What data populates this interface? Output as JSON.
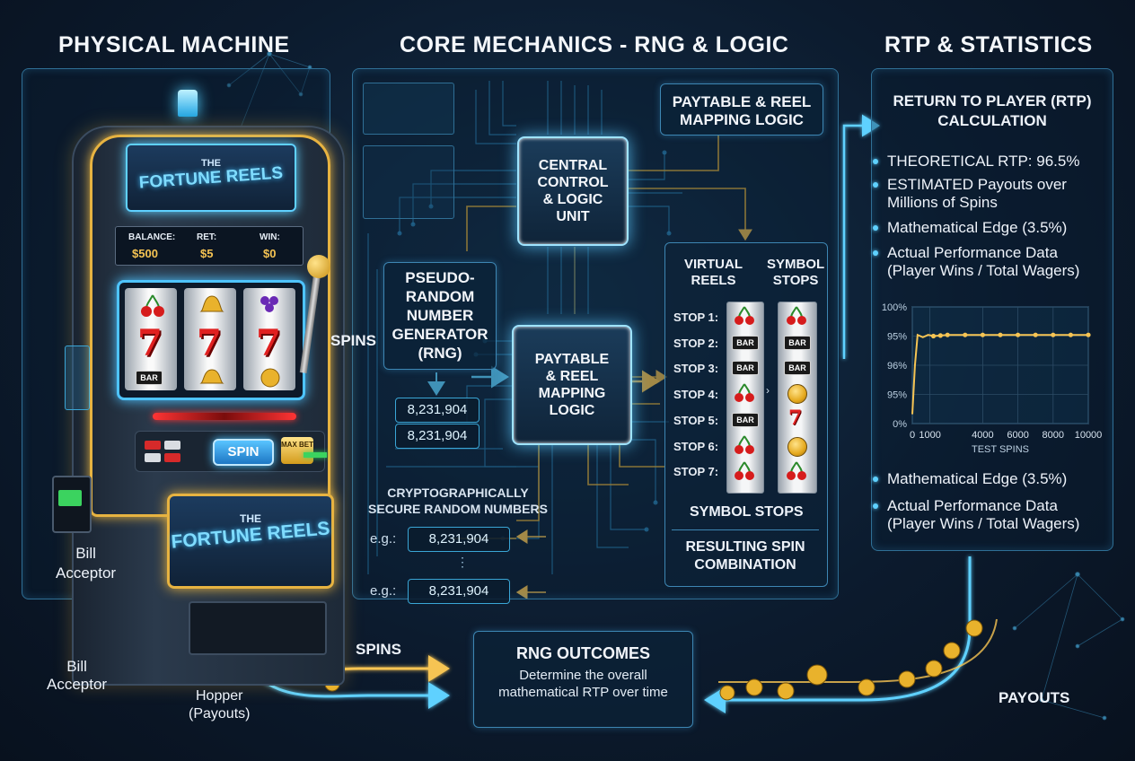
{
  "sections": {
    "physical_title": "PHYSICAL MACHINE",
    "core_title": "CORE MECHANICS - RNG & LOGIC",
    "rtp_title": "RTP & STATISTICS"
  },
  "machine": {
    "marquee_the": "THE",
    "marquee_name": "FORTUNE REELS",
    "balance_label": "BALANCE:",
    "balance_value": "$500",
    "bet_label": "RET:",
    "bet_value": "$5",
    "win_label": "WIN:",
    "win_value": "$0",
    "spin_button": "SPIN",
    "max_button": "MAX BET",
    "lower_the": "THE",
    "lower_name": "FORTUNE REELS",
    "bill_acceptor_1": "Bill\nAcceptor",
    "bill_acceptor_2": "Bill\nAcceptor",
    "hopper": "Hopper\n(Payouts)"
  },
  "flow": {
    "spins_1": "SPINS",
    "spins_2": "SPINS",
    "payouts": "PAYOUTS"
  },
  "core": {
    "paytable_top": "PAYTABLE & REEL\nMAPPING LOGIC",
    "central_chip": "CENTRAL\nCONTROL\n& LOGIC\nUNIT",
    "prng": "PSEUDO-\nRANDOM\nNUMBER\nGENERATOR\n(RNG)",
    "paytable_chip": "PAYTABLE\n& REEL\nMAPPING\nLOGIC",
    "num_1": "8,231,904",
    "num_2": "8,231,904",
    "crypto": "CRYPTOGRAPHICALLY\nSECURE RANDOM NUMBERS",
    "eg_1": "e.g.:",
    "eg_num_1": "8,231,904",
    "eg_2": "e.g.:",
    "eg_num_2": "8,231,904",
    "virtual_reels": "VIRTUAL\nREELS",
    "symbol_stops_head": "SYMBOL\nSTOPS",
    "stops": [
      "STOP 1:",
      "STOP 2:",
      "STOP 3:",
      "STOP 4:",
      "STOP 5:",
      "STOP 6:",
      "STOP 7:"
    ],
    "bar_text": "BAR",
    "symbol_stops_foot": "SYMBOL STOPS",
    "resulting": "RESULTING SPIN\nCOMBINATION",
    "rng_outcomes_title": "RNG OUTCOMES",
    "rng_outcomes_text": "Determine the overall\nmathematical RTP over time"
  },
  "rtp": {
    "heading": "RETURN TO PLAYER (RTP)\nCALCULATION",
    "bullets_top": [
      "THEORETICAL RTP: 96.5%",
      "ESTIMATED Payouts over\nMillions of Spins",
      "Mathematical Edge (3.5%)",
      "Actual Performance Data\n(Player Wins / Total Wagers)"
    ],
    "bullets_bottom": [
      "Mathematical Edge (3.5%)",
      "Actual Performance Data\n(Player Wins / Total Wagers)"
    ]
  },
  "chart_data": {
    "type": "line",
    "title": "",
    "xlabel": "TEST SPINS",
    "ylabel": "",
    "x_ticks": [
      0,
      1000,
      4000,
      6000,
      8000,
      10000
    ],
    "y_tick_labels": [
      "100%",
      "95%",
      "96%",
      "95%",
      "0%"
    ],
    "series": [
      {
        "x": [
          0,
          150,
          300,
          600,
          900,
          1200,
          1600,
          2000,
          3000,
          4000,
          5000,
          6000,
          7000,
          8000,
          9000,
          10000
        ],
        "y": [
          0.08,
          0.5,
          0.76,
          0.74,
          0.76,
          0.75,
          0.755,
          0.76,
          0.76,
          0.76,
          0.76,
          0.76,
          0.76,
          0.76,
          0.76,
          0.76
        ]
      }
    ],
    "colors": {
      "line": "#f6c453",
      "grid": "#2c4c66",
      "box": "#5fa9d4"
    }
  }
}
